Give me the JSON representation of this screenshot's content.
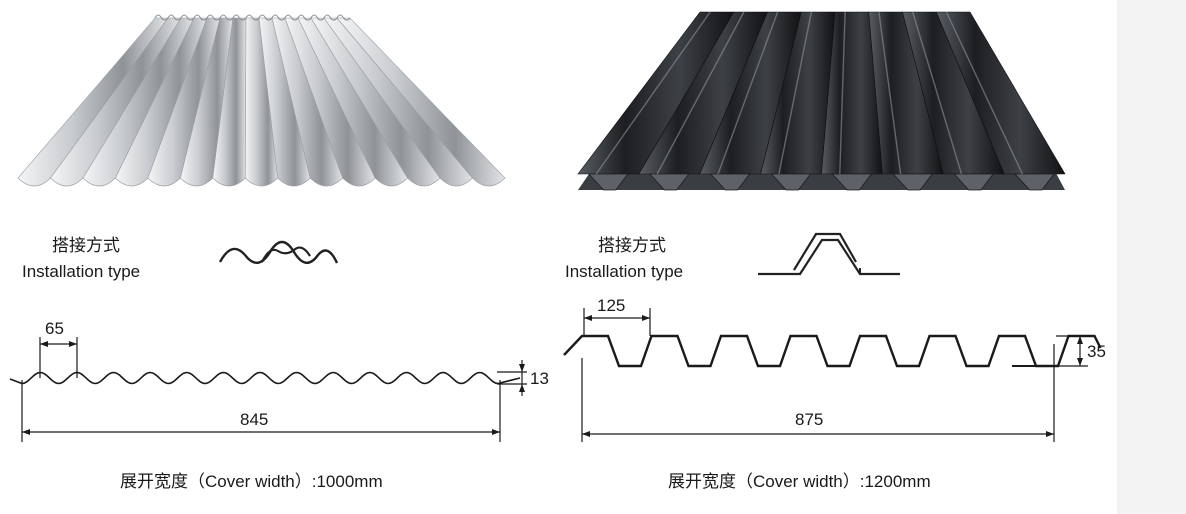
{
  "left_panel": {
    "install_cn": "搭接方式",
    "install_en": "Installation type",
    "pitch": "65",
    "height": "13",
    "width": "845",
    "cover_label": "展开宽度（Cover width）:1000mm",
    "sheet_color": "#b9bcc0"
  },
  "right_panel": {
    "install_cn": "搭接方式",
    "install_en": "Installation type",
    "pitch": "125",
    "height": "35",
    "width": "875",
    "cover_label": "展开宽度（Cover width）:1200mm",
    "sheet_color": "#2a2c30"
  }
}
